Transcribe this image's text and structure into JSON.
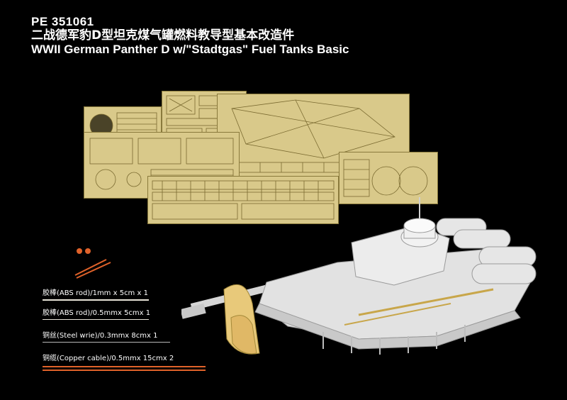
{
  "header": {
    "product_code": "PE 351061",
    "title_cn": "二战德军豹D型坦克煤气罐燃料教导型基本改造件",
    "title_en": "WWII German Panther D  w/\"Stadtgas\" Fuel Tanks  Basic"
  },
  "materials": [
    {
      "label": "胶棒(ABS rod)/1mm x 5cm x 1",
      "color": "#e8e4d8"
    },
    {
      "label": "胶棒(ABS rod)/0.5mmx 5cmx 1",
      "color": "#e8e4d8"
    },
    {
      "label": "铜丝(Steel wrie)/0.3mmx 8cmx 1",
      "color": "#b7b7b7"
    },
    {
      "label": "铜缆(Copper cable)/0.5mmx 15cmx 2",
      "color": "#e0622a"
    }
  ],
  "colors": {
    "brass": "#d9c98a",
    "brass_dark": "#8a7a3c",
    "resin": "#e2e2e2",
    "copper": "#e0622a",
    "background": "#000000"
  }
}
